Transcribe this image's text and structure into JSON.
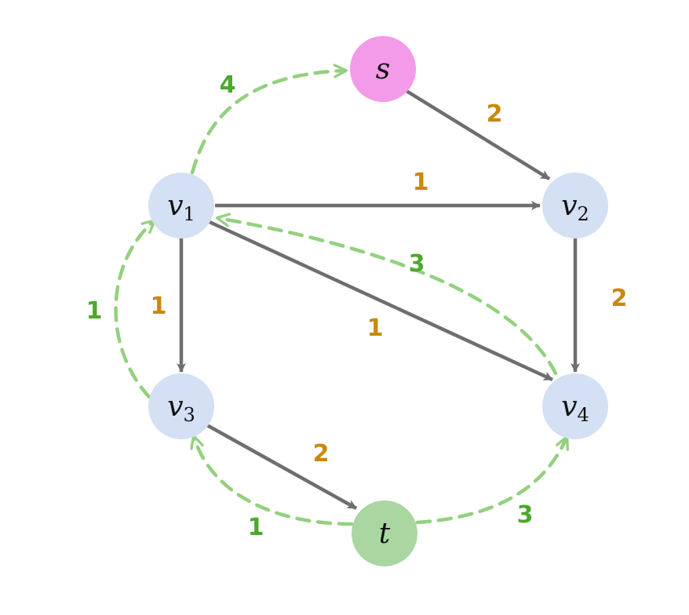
{
  "colors": {
    "source": "#f39ae8",
    "sink": "#a9d6a1",
    "vertex": "#d4e0f3",
    "edge": "#6e6e6e",
    "residual": "#93d07f",
    "capacity_label": "#c9890e",
    "residual_label": "#4ea82c"
  },
  "nodes": [
    {
      "id": "s",
      "label": "s",
      "sub": "",
      "kind": "source"
    },
    {
      "id": "v1",
      "label": "v",
      "sub": "1",
      "kind": "vertex"
    },
    {
      "id": "v2",
      "label": "v",
      "sub": "2",
      "kind": "vertex"
    },
    {
      "id": "v3",
      "label": "v",
      "sub": "3",
      "kind": "vertex"
    },
    {
      "id": "v4",
      "label": "v",
      "sub": "4",
      "kind": "vertex"
    },
    {
      "id": "t",
      "label": "t",
      "sub": "",
      "kind": "sink"
    }
  ],
  "edges": [
    {
      "from": "s",
      "to": "v2",
      "weight": "2"
    },
    {
      "from": "v1",
      "to": "v2",
      "weight": "1"
    },
    {
      "from": "v1",
      "to": "v3",
      "weight": "1"
    },
    {
      "from": "v1",
      "to": "v4",
      "weight": "1"
    },
    {
      "from": "v2",
      "to": "v4",
      "weight": "2"
    },
    {
      "from": "v3",
      "to": "t",
      "weight": "2"
    }
  ],
  "residual_edges": [
    {
      "from": "v1",
      "to": "s",
      "weight": "4"
    },
    {
      "from": "v4",
      "to": "v1",
      "weight": "3"
    },
    {
      "from": "v3",
      "to": "v1",
      "weight": "1"
    },
    {
      "from": "t",
      "to": "v3",
      "weight": "1"
    },
    {
      "from": "t",
      "to": "v4",
      "weight": "3"
    }
  ]
}
